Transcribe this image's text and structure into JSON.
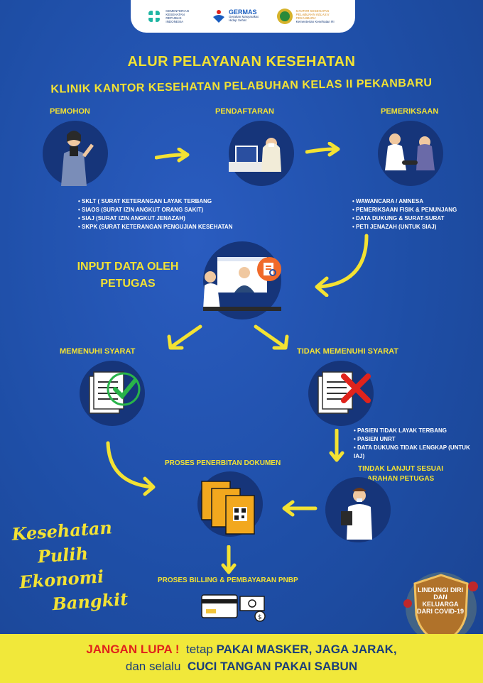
{
  "header": {
    "logo1": "KEMENTERIAN KESEHATAN REPUBLIK INDONESIA",
    "logo2": "GERMAS",
    "logo2_sub": "Gerakan Masyarakat Hidup Sehat",
    "logo3": "KANTOR KESEHATAN PELABUHAN KELAS II PEKANBARU",
    "logo3_sub": "Kementerian Kesehatan RI"
  },
  "title": {
    "line1": "ALUR PELAYANAN KESEHATAN",
    "line2": "KLINIK KANTOR KESEHATAN  PELABUHAN KELAS II  PEKANBARU"
  },
  "steps": {
    "pemohon": "PEMOHON",
    "pendaftaran": "PENDAFTARAN",
    "pemeriksaan": "PEMERIKSAAN",
    "input": "INPUT DATA OLEH PETUGAS",
    "memenuhi": "MEMENUHI SYARAT",
    "tidak_memenuhi": "TIDAK MEMENUHI SYARAT",
    "tindak_lanjut": "TINDAK LANJUT SESUAI ARAHAN PETUGAS",
    "penerbitan": "PROSES PENERBITAN DOKUMEN",
    "billing": "PROSES BILLING & PEMBAYARAN PNBP"
  },
  "pemohon_list": [
    "SKLT ( SURAT KETERANGAN LAYAK TERBANG",
    "SIAOS (SURAT IZIN ANGKUT ORANG SAKIT)",
    "SIAJ (SURAT IZIN ANGKUT JENAZAH)",
    "SKPK (SURAT KETERANGAN PENGUJIAN KESEHATAN"
  ],
  "pemeriksaan_list": [
    "WAWANCARA / AMNESA",
    "PEMERIKSAAN FISIK & PENUNJANG",
    "DATA DUKUNG & SURAT-SURAT",
    "PETI JENAZAH (UNTUK SIAJ)"
  ],
  "tidak_list": [
    "PASIEN TIDAK LAYAK TERBANG",
    "PASIEN UNRT",
    "DATA DUKUNG TIDAK LENGKAP (UNTUK IAJ)"
  ],
  "tagline": [
    "Kesehatan",
    "Pulih",
    "Ekonomi",
    "Bangkit"
  ],
  "shield": "LINDUNGI DIRI DAN KELUARGA DARI COVID-19",
  "footer": {
    "red": "JANGAN LUPA !",
    "l1_normal": "  tetap ",
    "l1_bold": "PAKAI MASKER, JAGA JARAK,",
    "l2_normal": "dan selalu ",
    "l2_bold": " CUCI TANGAN PAKAI SABUN"
  },
  "colors": {
    "background": "#1f4fa8",
    "accent": "#f3e233",
    "circle": "#16357a",
    "footer": "#f1e83a",
    "red": "#e0231c"
  }
}
